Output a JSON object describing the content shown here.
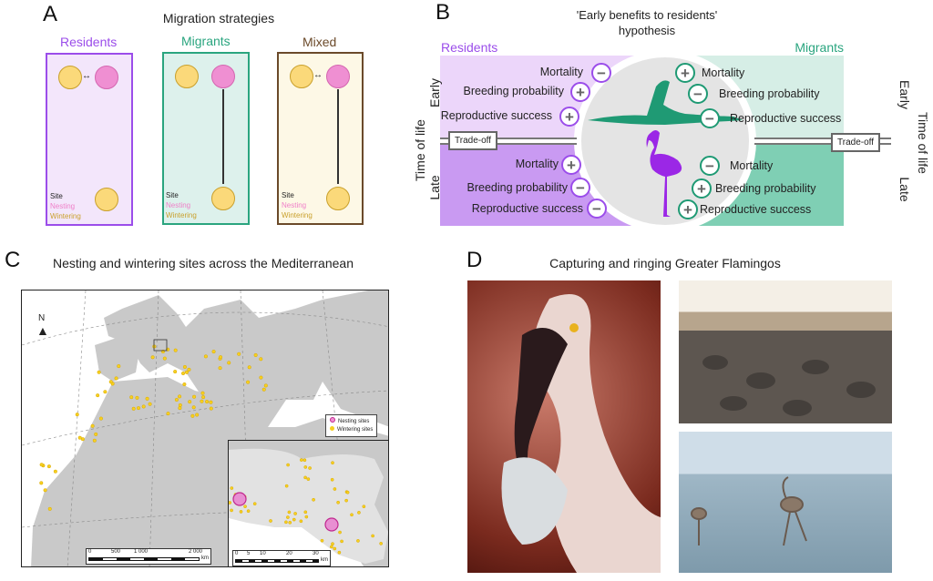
{
  "panel_a": {
    "letter": "A",
    "title": "Migration strategies",
    "strategies": [
      {
        "name": "Residents",
        "color": "#9b4dea",
        "bg": "#f3e6fb"
      },
      {
        "name": "Migrants",
        "color": "#2aa57f",
        "bg": "#ddf1ec"
      },
      {
        "name": "Mixed",
        "color": "#6b4a2a",
        "bg": "#fdf8e6"
      }
    ],
    "legend": {
      "site": "Site",
      "nesting": "Nesting",
      "wintering": "Wintering"
    },
    "colors": {
      "nesting": "#ef8fd2",
      "wintering": "#fbd97a"
    }
  },
  "panel_b": {
    "letter": "B",
    "title_line1": "'Early benefits to residents'",
    "title_line2": "hypothesis",
    "residents_label": "Residents",
    "migrants_label": "Migrants",
    "axis_label": "Time of life",
    "early": "Early",
    "late": "Late",
    "tradeoff": "Trade-off",
    "residents": {
      "early": [
        {
          "trait": "Mortality",
          "sign": "−"
        },
        {
          "trait": "Breeding probability",
          "sign": "+"
        },
        {
          "trait": "Reproductive success",
          "sign": "+"
        }
      ],
      "late": [
        {
          "trait": "Mortality",
          "sign": "+"
        },
        {
          "trait": "Breeding probability",
          "sign": "−"
        },
        {
          "trait": "Reproductive success",
          "sign": "−"
        }
      ]
    },
    "migrants": {
      "early": [
        {
          "trait": "Mortality",
          "sign": "+"
        },
        {
          "trait": "Breeding probability",
          "sign": "−"
        },
        {
          "trait": "Reproductive success",
          "sign": "−"
        }
      ],
      "late": [
        {
          "trait": "Mortality",
          "sign": "−"
        },
        {
          "trait": "Breeding probability",
          "sign": "+"
        },
        {
          "trait": "Reproductive success",
          "sign": "+"
        }
      ]
    }
  },
  "panel_c": {
    "letter": "C",
    "title": "Nesting and wintering sites across the Mediterranean",
    "north": "N",
    "legend": {
      "nesting": "Nesting sites",
      "wintering": "Wintering sites"
    },
    "scale_main": {
      "ticks": [
        "0",
        "500",
        "1 000",
        "2 000"
      ],
      "unit": "km"
    },
    "scale_inset": {
      "ticks": [
        "0",
        "5",
        "10",
        "20",
        "30"
      ],
      "unit": "km"
    }
  },
  "panel_d": {
    "letter": "D",
    "title": "Capturing and ringing Greater Flamingos"
  }
}
